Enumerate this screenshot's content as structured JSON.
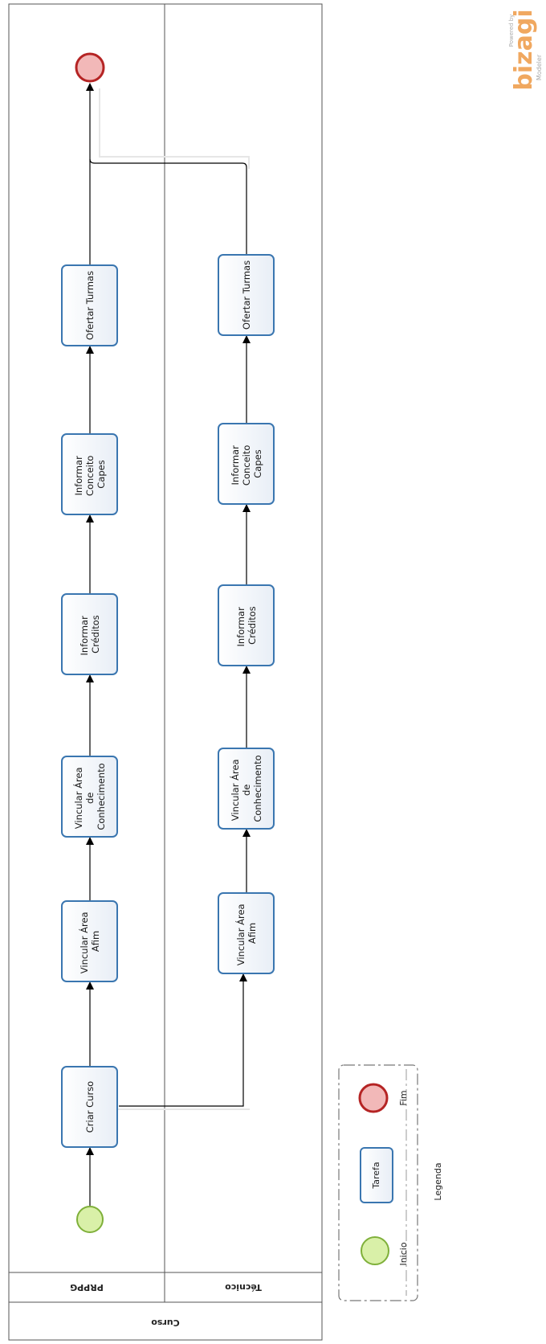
{
  "pool": {
    "name": "Curso"
  },
  "lanes": [
    {
      "name": "PRPPG"
    },
    {
      "name": "Técnico"
    }
  ],
  "tasks_prppg": [
    {
      "lines": [
        "Criar Curso"
      ]
    },
    {
      "lines": [
        "Vincular Área",
        "Afim"
      ]
    },
    {
      "lines": [
        "Vincular Área",
        "de",
        "Conhecimento"
      ]
    },
    {
      "lines": [
        "Informar",
        "Créditos"
      ]
    },
    {
      "lines": [
        "Informar",
        "Conceito",
        "Capes"
      ]
    },
    {
      "lines": [
        "Ofertar Turmas"
      ]
    }
  ],
  "tasks_tecnico": [
    {
      "lines": [
        "Vincular Área",
        "Afim"
      ]
    },
    {
      "lines": [
        "Vincular Área",
        "de",
        "Conhecimento"
      ]
    },
    {
      "lines": [
        "Informar",
        "Créditos"
      ]
    },
    {
      "lines": [
        "Informar",
        "Conceito",
        "Capes"
      ]
    },
    {
      "lines": [
        "Ofertar Turmas"
      ]
    }
  ],
  "legend": {
    "title": "Legenda",
    "start_label": "Inicio",
    "task_label": "Tarefa",
    "end_label": "Fim"
  },
  "watermark": {
    "powered": "Powered by",
    "brand": "bizagi",
    "product": "Modeler"
  },
  "colors": {
    "task_border": "#3a76b0",
    "start_fill": "#d9f0a8",
    "start_stroke": "#7fb03a",
    "end_fill": "#f2b8b8",
    "end_stroke": "#b52424",
    "brand": "#f0a860"
  }
}
